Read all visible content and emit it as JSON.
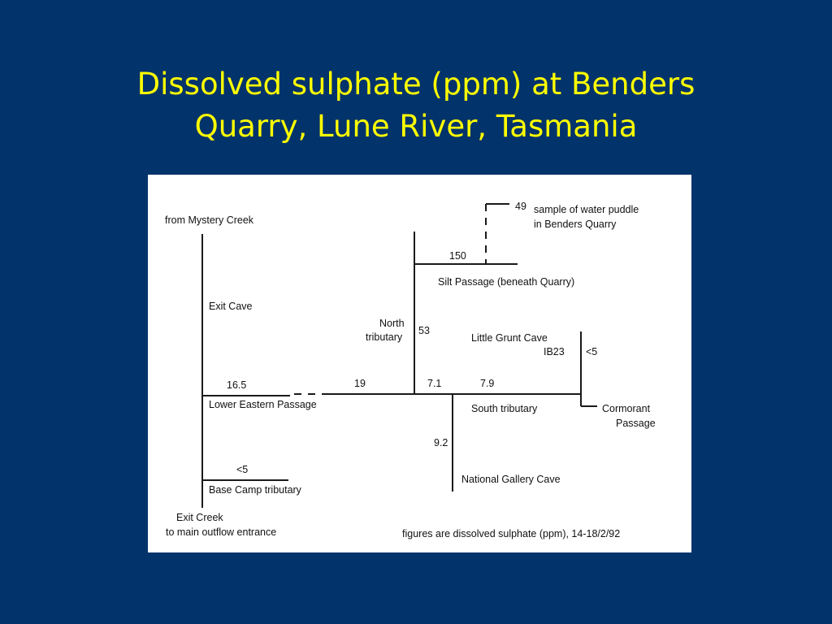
{
  "title": {
    "line1": "Dissolved sulphate (ppm) at Benders",
    "line2": "Quarry, Lune River, Tasmania"
  },
  "diagram": {
    "from_mystery_creek": "from Mystery Creek",
    "exit_cave": "Exit Cave",
    "val_16_5": "16.5",
    "lower_eastern_passage": "Lower Eastern Passage",
    "val_19": "19",
    "val_7_1": "7.1",
    "val_7_9": "7.9",
    "val_lt5_base": "<5",
    "base_camp_tributary": "Base Camp tributary",
    "exit_creek": "Exit Creek",
    "to_main_outflow": "to main outflow entrance",
    "north": "North",
    "tributary": "tributary",
    "val_53": "53",
    "val_150": "150",
    "silt_passage": "Silt Passage (beneath Quarry)",
    "val_49": "49",
    "sample_line1": "sample of water puddle",
    "sample_line2": "in Benders Quarry",
    "little_grunt_cave": "Little Grunt Cave",
    "ib23": "IB23",
    "val_lt5_grunt": "<5",
    "south_tributary": "South tributary",
    "cormorant": "Cormorant",
    "passage": "Passage",
    "val_9_2": "9.2",
    "national_gallery_cave": "National Gallery Cave",
    "footnote": "figures are dissolved sulphate (ppm), 14-18/2/92"
  }
}
